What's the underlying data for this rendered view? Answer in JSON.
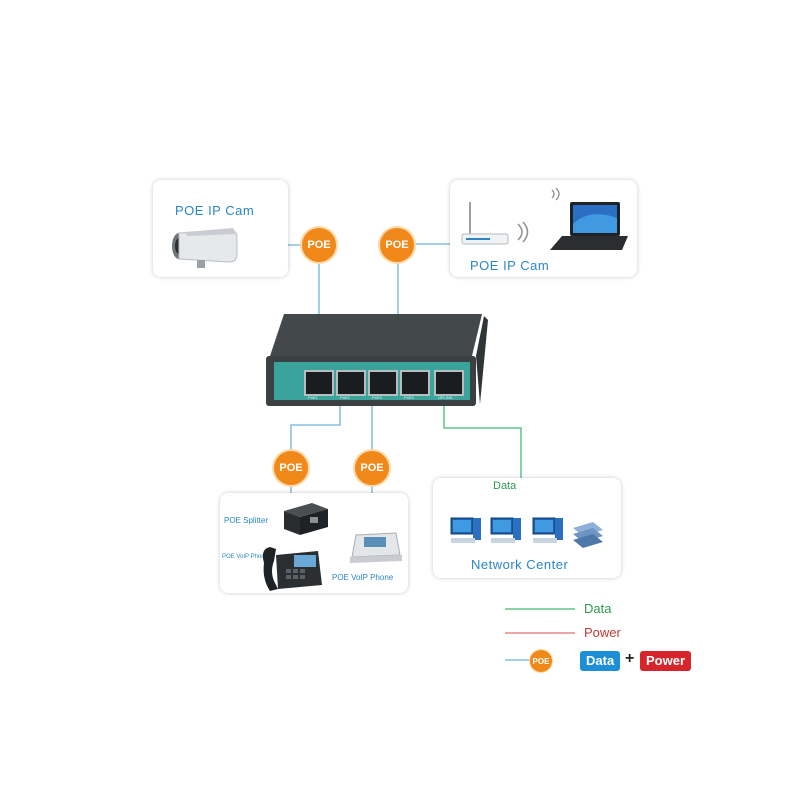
{
  "cards": {
    "camera": {
      "label": "POE IP Cam"
    },
    "router": {
      "label": "POE IP Cam"
    },
    "phones": {
      "splitter_label": "POE  Splitter",
      "voip_phone_left_label": "POE VoIP Phone",
      "voip_phone_right_label": "POE VoIP Phone"
    },
    "network": {
      "data_label": "Data",
      "title": "Network Center"
    }
  },
  "poe_badges": [
    "POE",
    "POE",
    "POE",
    "POE"
  ],
  "switch": {
    "port_labels": [
      "PoE1",
      "PoE2",
      "PoE3",
      "PoE4",
      "UPLINK"
    ]
  },
  "legend": {
    "data_label": "Data",
    "power_label": "Power",
    "poe_badge": "POE",
    "data_chip": "Data",
    "plus": "+",
    "power_chip": "Power"
  },
  "colors": {
    "poe_orange": "#f0891a",
    "data_line": "#45b878",
    "power_line": "#e06d6d",
    "poe_line": "#6fb3dc",
    "switch_body": "#3b4143",
    "switch_panel": "#3aa39c",
    "label_blue": "#2a86c9",
    "data_chip_blue": "#1e8fd6",
    "power_chip_red": "#d6262b"
  },
  "icons": [
    "bullet-camera-icon",
    "wifi-router-icon",
    "laptop-icon",
    "wifi-signal-icon",
    "poe-splitter-icon",
    "desk-phone-icon",
    "ip-phone-icon",
    "desktop-computer-icon",
    "server-rack-icon"
  ]
}
